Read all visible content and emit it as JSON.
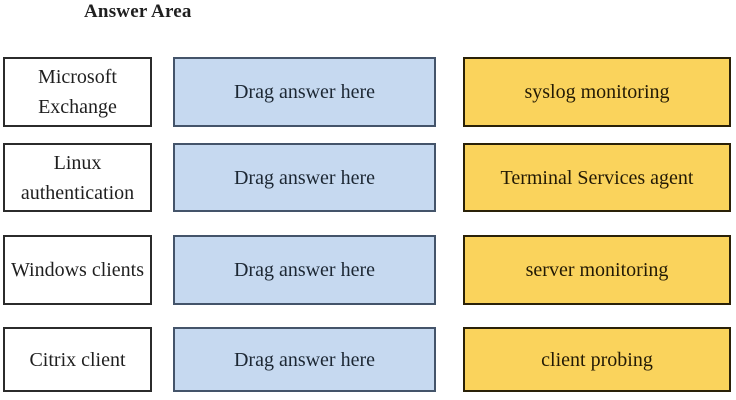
{
  "title": "Answer Area",
  "drop_placeholder": "Drag answer here",
  "colors": {
    "drop_fill": "#c6d9f0",
    "drop_border": "#44546a",
    "answer_fill": "#fad35c",
    "answer_border": "#2a2108",
    "label_border": "#2b2b2b"
  },
  "rows": [
    {
      "label": "Microsoft Exchange",
      "drop_text": "Drag answer here",
      "answer": "syslog monitoring"
    },
    {
      "label": "Linux authentication",
      "drop_text": "Drag answer here",
      "answer": "Terminal Services agent"
    },
    {
      "label": "Windows clients",
      "drop_text": "Drag answer here",
      "answer": "server monitoring"
    },
    {
      "label": "Citrix client",
      "drop_text": "Drag answer here",
      "answer": "client probing"
    }
  ]
}
